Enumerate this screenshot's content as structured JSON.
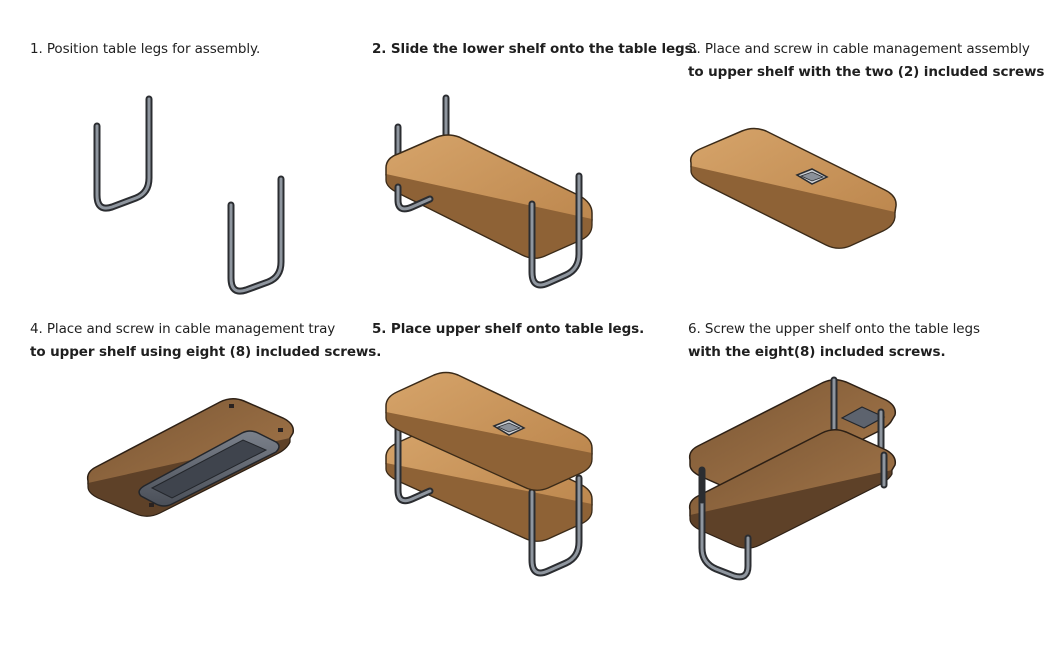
{
  "steps": [
    {
      "id": 1,
      "lines": [
        "1. Position table legs for assembly."
      ]
    },
    {
      "id": 2,
      "lines": [
        "2. Slide the lower shelf onto the table legs."
      ]
    },
    {
      "id": 3,
      "lines": [
        "3. Place and screw in cable management assembly",
        "to upper shelf with the two (2) included screws"
      ]
    },
    {
      "id": 4,
      "lines": [
        "4. Place and screw in cable management tray",
        "to upper shelf using eight (8) included screws."
      ]
    },
    {
      "id": 5,
      "lines": [
        "5. Place upper shelf onto table legs."
      ]
    },
    {
      "id": 6,
      "lines": [
        "6. Screw the upper shelf onto the table legs",
        "with the eight(8) included screws."
      ]
    }
  ],
  "colors": {
    "wood": "#c8955a",
    "wood_dark": "#a8743f",
    "edge": "#4a3520",
    "metal": "#5b6069",
    "metal_light": "#9aa1aa",
    "tray": "#5d636e",
    "tray_dark": "#3d424b",
    "outline": "#222222"
  },
  "icons": [
    "table-leg-icon",
    "shelf-icon",
    "cable-grommet-icon",
    "cable-tray-icon"
  ]
}
